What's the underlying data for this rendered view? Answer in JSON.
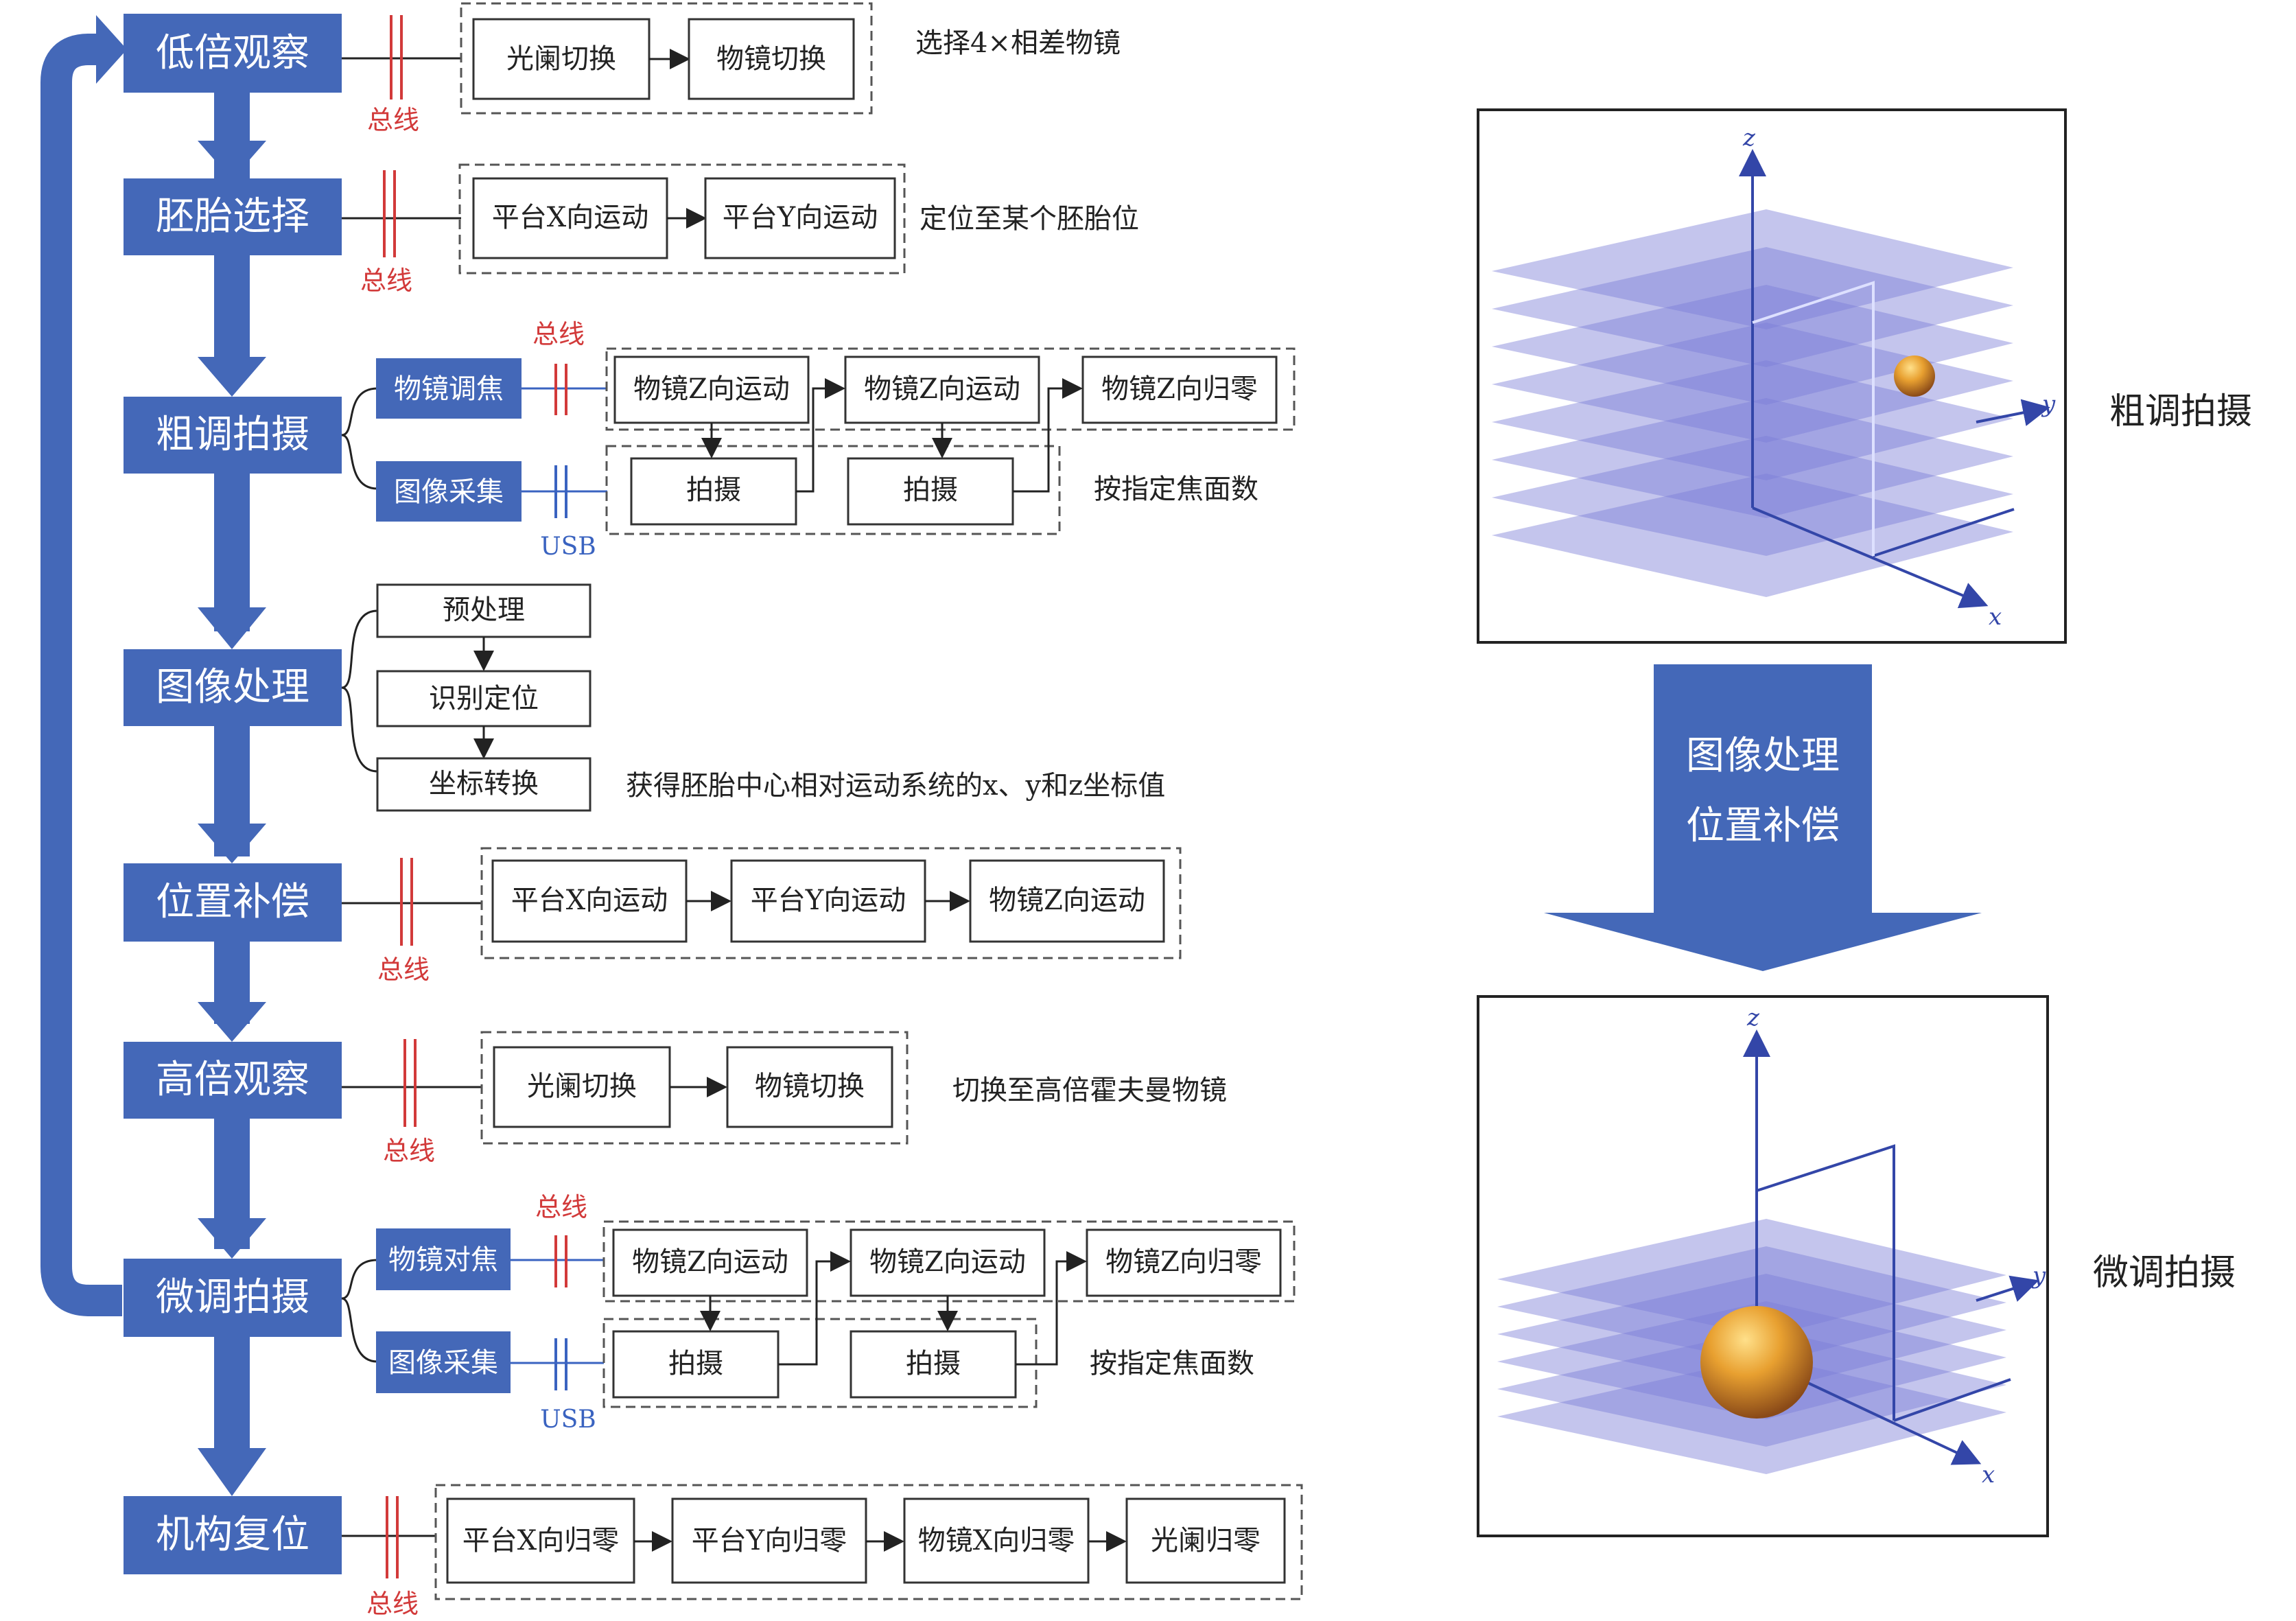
{
  "steps": [
    {
      "label": "低倍观察"
    },
    {
      "label": "胚胎选择"
    },
    {
      "label": "粗调拍摄"
    },
    {
      "label": "图像处理"
    },
    {
      "label": "位置补偿"
    },
    {
      "label": "高倍观察"
    },
    {
      "label": "微调拍摄"
    },
    {
      "label": "机构复位"
    }
  ],
  "rows": {
    "low": {
      "ops": [
        "光阑切换",
        "物镜切换"
      ],
      "bus": "总线",
      "note": "选择4×相差物镜"
    },
    "select": {
      "ops": [
        "平台X向运动",
        "平台Y向运动"
      ],
      "bus": "总线",
      "note": "定位至某个胚胎位"
    },
    "coarse": {
      "focus": {
        "label": "物镜调焦",
        "bus": "总线",
        "ops": [
          "物镜Z向运动",
          "物镜Z向运动",
          "物镜Z向归零"
        ]
      },
      "capture": {
        "label": "图像采集",
        "usb": "USB",
        "ops": [
          "拍摄",
          "拍摄"
        ],
        "note": "按指定焦面数"
      }
    },
    "process": {
      "ops": [
        "预处理",
        "识别定位",
        "坐标转换"
      ],
      "note": "获得胚胎中心相对运动系统的x、y和z坐标值"
    },
    "compensate": {
      "ops": [
        "平台X向运动",
        "平台Y向运动",
        "物镜Z向运动"
      ],
      "bus": "总线"
    },
    "high": {
      "ops": [
        "光阑切换",
        "物镜切换"
      ],
      "bus": "总线",
      "note": "切换至高倍霍夫曼物镜"
    },
    "fine": {
      "focus": {
        "label": "物镜对焦",
        "bus": "总线",
        "ops": [
          "物镜Z向运动",
          "物镜Z向运动",
          "物镜Z向归零"
        ]
      },
      "capture": {
        "label": "图像采集",
        "usb": "USB",
        "ops": [
          "拍摄",
          "拍摄"
        ],
        "note": "按指定焦面数"
      }
    },
    "reset": {
      "ops": [
        "平台X向归零",
        "平台Y向归零",
        "物镜X向归零",
        "光阑归零"
      ],
      "bus": "总线"
    }
  },
  "right": {
    "top_caption": "粗调拍摄",
    "bottom_caption": "微调拍摄",
    "arrow_lines": [
      "图像处理",
      "位置补偿"
    ],
    "axes": {
      "x": "x",
      "y": "y",
      "z": "z"
    }
  },
  "colors": {
    "step_fill": "#4468b8",
    "bus_red": "#d23a3a",
    "usb_blue": "#3a63c0",
    "plane": "#7c7fd6",
    "sphere": "#e8a030"
  }
}
